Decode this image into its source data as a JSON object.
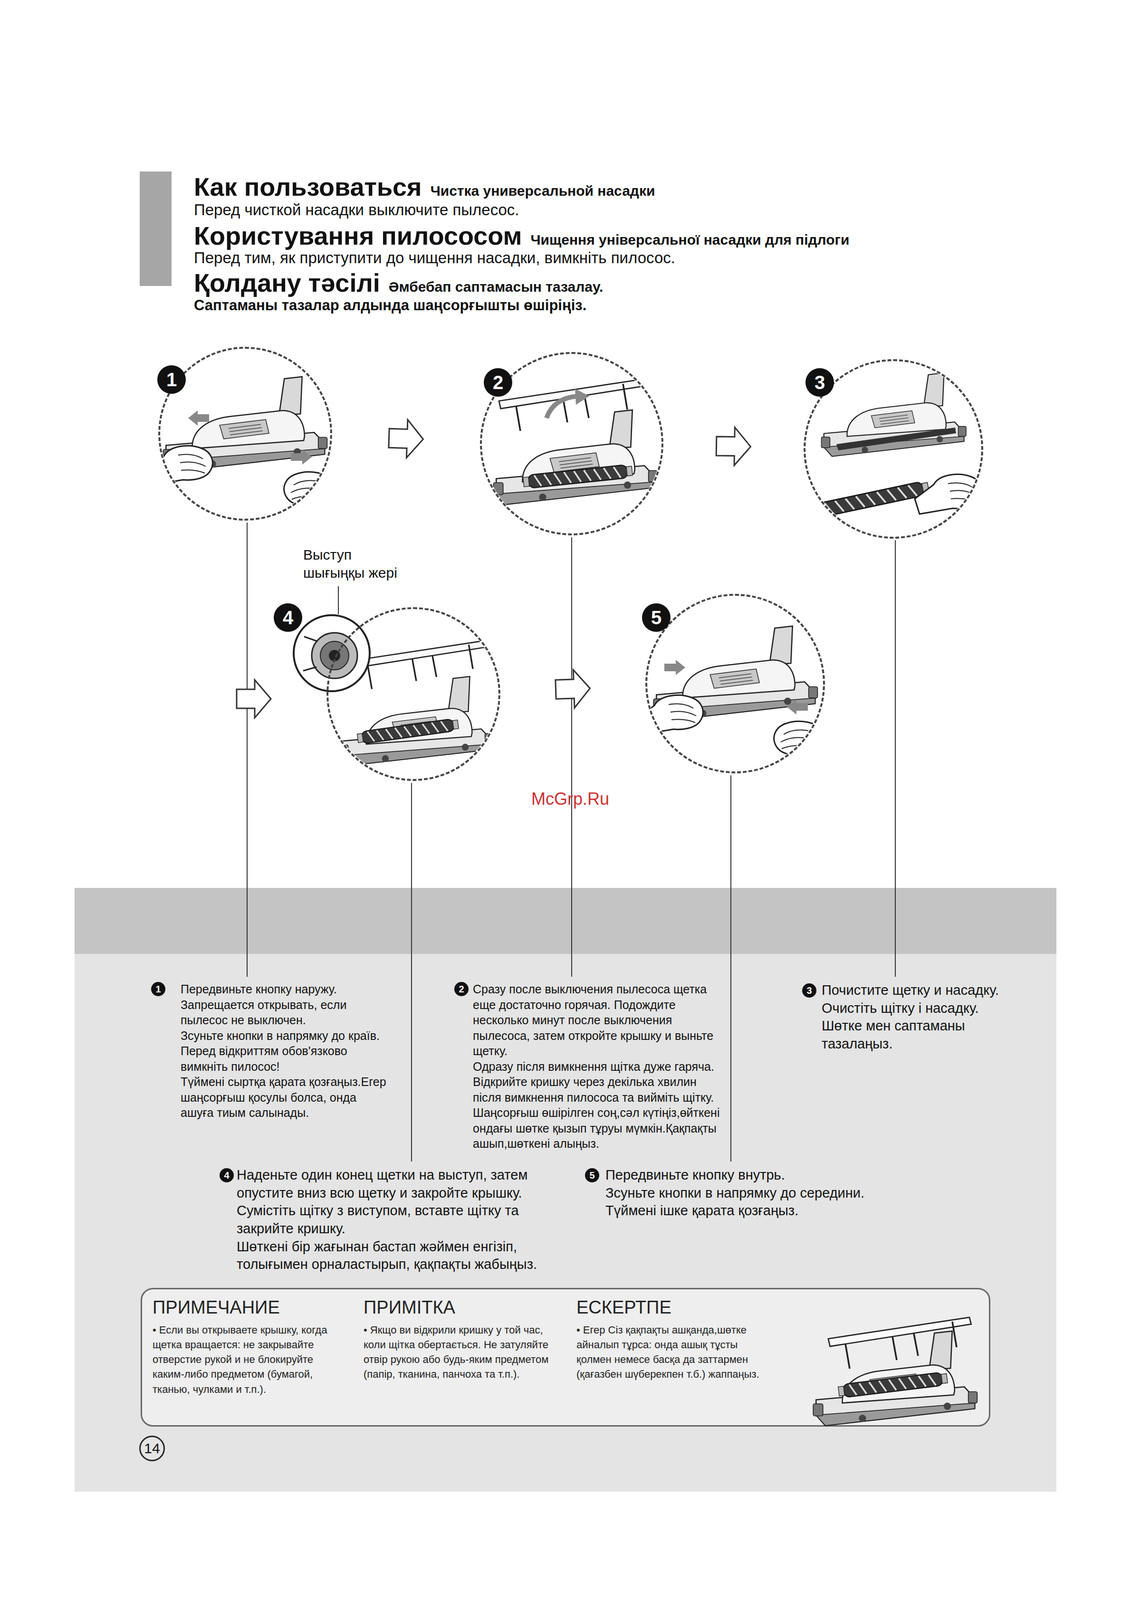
{
  "diagram": {
    "title": "Как пользоваться",
    "nodes": [
      {
        "text": [
          "1"
        ]
      },
      {
        "text": [
          "2"
        ]
      },
      {
        "text": [
          "3"
        ]
      },
      {
        "text": [
          "4"
        ]
      },
      {
        "text": [
          "5"
        ]
      },
      {
        "text": [
          "ПРИМЕЧАНИЕ",
          "• Если вы открываете крышку, когда щетка вращается: не закрывайте отверстие рукой и не блокируйте каким-либо предметом (бумагой, тканью, чулками и т.п.).",
          "ПРИМІТКА",
          "• Якщо ви відкрили кришку у той час, коли щітка обертається. Не затуляйте отвір рукою або будь-яким предметом (папір, тканина, панчоха та т.п.).",
          "ЕСКЕРТПЕ",
          "• Егер Сіз қақпақты ашқанда,шөтке айналып тұрса: онда ашық тұсты қолмен немесе басқа да заттармен (қағазбен шүберекпен т.б.) жаппаңыз."
        ]
      }
    ],
    "edges": [
      {
        "from": 0,
        "to": 1,
        "arrow": "to"
      },
      {
        "from": 1,
        "to": 2,
        "arrow": "to"
      },
      {
        "from": 3,
        "to": 4,
        "arrow": "to"
      }
    ],
    "labels": [
      "Чистка универсальной насадки",
      "Перед чисткой насадки выключите пылесос.",
      "Користування пилососом",
      "Чищення універсальної насадки для підлоги",
      "Перед тим, як приступити до чищення насадки, вимкніть пилосос.",
      "Қолдану тәсілі",
      "Әмбебап саптамасын тазалау.",
      "Саптаманы тазалар алдында шаңсорғышты өшіріңіз.",
      "Выступ",
      "шығыңқы жері",
      "McGrp.Ru",
      "1",
      "Передвиньте кнопку наружу. Запрещается открывать, если пылесос не выключен.",
      "Зсуньте кнопки в напрямку до країв. Перед відкриттям обов'язково вимкніть пилосос!",
      "Түймені сыртқа қарата қозғаңыз.Егер шаңсорғыш қосулы болса, онда ашуға тиым салынады.",
      "2",
      "Сразу после выключения пылесоса щетка еще достаточно горячая. Подождите несколько минут после выключения пылесоса, затем откройте крышку и выньте щетку.",
      "Одразу після вимкнення щітка дуже гаряча. Відкрийте кришку через декілька хвилин після вимкнення пилососа та вийміть щітку.",
      "Шаңсорғыш өшірілген соң,сәл күтіңіз,өйткені ондағы шөтке қызып тұруы мүмкін.Қақпақты ашып,шөткені алыңыз.",
      "3",
      "Почистите щетку и насадку.",
      "Очистіть щітку і насадку.",
      "Шөтке мен саптаманы тазалаңыз.",
      "4",
      "Наденьте один конец щетки на выступ, затем опустите вниз всю щетку и закройте крышку.",
      "Сумістіть щітку з виступом, вставте щітку та закрийте кришку.",
      "Шөткені бір жағынан бастап жәймен енгізіп, толығымен орналастырып, қақпақты жабыңыз.",
      "5",
      "Передвиньте кнопку внутрь.",
      "Зсуньте кнопки в напрямку до середини.",
      "Түймені ішке қарата қозғаңыз.",
      "14"
    ]
  }
}
